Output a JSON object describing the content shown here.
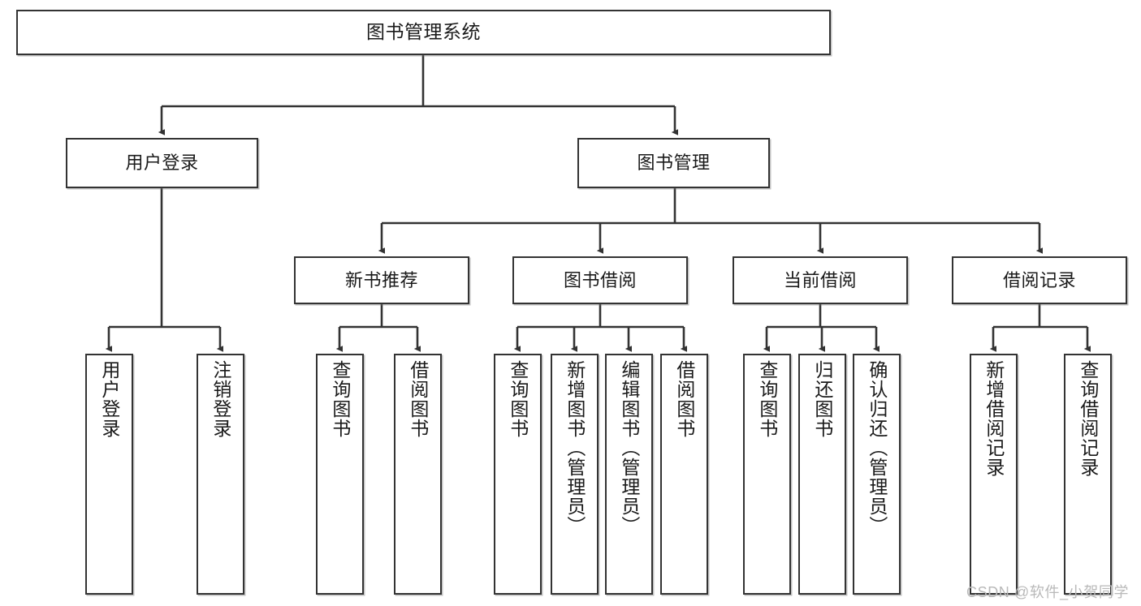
{
  "diagram": {
    "title": "图书管理系统",
    "watermark": "CSDN @软件_小贺同学",
    "colors": {
      "box_border": "#333333",
      "box_fill": "#ffffff",
      "line": "#333333",
      "text": "#1a1a1a",
      "watermark": "#b9b9b9",
      "background": "#ffffff"
    },
    "nodes": {
      "root": {
        "label": "图书管理系统"
      },
      "level2": [
        {
          "label": "用户登录"
        },
        {
          "label": "图书管理"
        }
      ],
      "level3": [
        {
          "label": "新书推荐"
        },
        {
          "label": "图书借阅"
        },
        {
          "label": "当前借阅"
        },
        {
          "label": "借阅记录"
        }
      ],
      "leaves": {
        "user_login": [
          {
            "label": "用户登录"
          },
          {
            "label": "注销登录"
          }
        ],
        "new_book_recommend": [
          {
            "label": "查询图书"
          },
          {
            "label": "借阅图书"
          }
        ],
        "book_borrow": [
          {
            "label": "查询图书"
          },
          {
            "label": "新增图书（管理员）"
          },
          {
            "label": "编辑图书（管理员）"
          },
          {
            "label": "借阅图书"
          }
        ],
        "current_borrow": [
          {
            "label": "查询图书"
          },
          {
            "label": "归还图书"
          },
          {
            "label": "确认归还（管理员）"
          }
        ],
        "borrow_record": [
          {
            "label": "新增借阅记录"
          },
          {
            "label": "查询借阅记录"
          }
        ]
      }
    }
  }
}
